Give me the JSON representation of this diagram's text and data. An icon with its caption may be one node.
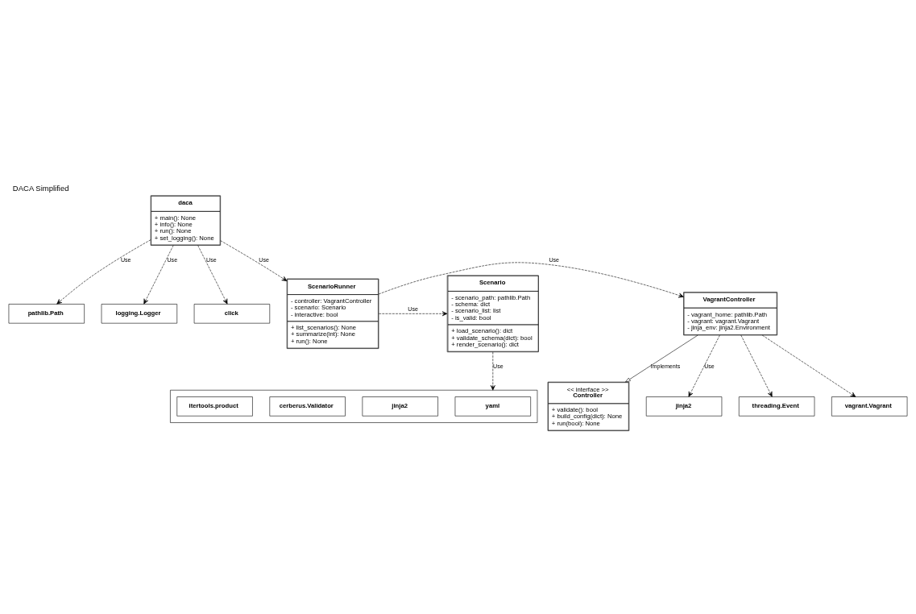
{
  "diagram": {
    "title": "DACA Simplified",
    "nodes": [
      {
        "text": [
          "daca",
          "+ main(): None",
          "+ info(): None",
          "+ run(): None",
          "+ set_logging(): None"
        ]
      },
      {
        "text": [
          "pathlib.Path"
        ]
      },
      {
        "text": [
          "logging.Logger"
        ]
      },
      {
        "text": [
          "click"
        ]
      },
      {
        "text": [
          "<< interface >>",
          "Controller",
          "+ validate(): bool",
          "+ build_config(dict): None",
          "+ run(bool): None"
        ]
      },
      {
        "text": [
          "Scenario",
          "- scenario_path: pathlib.Path",
          "- schema: dict",
          "- scenario_list: list",
          "- is_valid: bool",
          "+ load_scenario(): dict",
          "+ validate_schema(dict): bool",
          "+ render_scenario(): dict"
        ]
      },
      {
        "text": [
          "ScenarioRunner",
          "- controller: VagrantController",
          "- scenario: Scenario",
          "- interactive: bool",
          "+ list_scenarios(): None",
          "+ summarize(int): None",
          "+ run(): None"
        ]
      },
      {
        "text": [
          "VagrantController",
          "- vagrant_home: pathlib.Path",
          "- vagrant: vagrant.Vagrant",
          "- jinja_env: jinja2.Environment"
        ]
      },
      {
        "text": [],
        "shape": "box"
      },
      {
        "text": [
          "yaml"
        ],
        "in": 8
      },
      {
        "text": [
          "jinja2"
        ],
        "in": 8
      },
      {
        "text": [
          "cerberus.Validator"
        ],
        "in": 8
      },
      {
        "text": [
          "itertools.product"
        ],
        "in": 8
      },
      {
        "text": [
          "jinja2"
        ]
      },
      {
        "text": [
          "threading.Event"
        ]
      },
      {
        "text": [
          "vagrant.Vagrant"
        ]
      }
    ],
    "edges": [
      {
        "from": 0,
        "to": 1,
        "arrow": "to",
        "label": "Use",
        "style": "dashed"
      },
      {
        "from": 0,
        "to": 2,
        "arrow": "to",
        "label": "Use",
        "style": "dashed"
      },
      {
        "from": 0,
        "to": 3,
        "arrow": "to",
        "label": "Use",
        "style": "dashed"
      },
      {
        "from": 0,
        "to": 6,
        "arrow": "to",
        "label": "Use",
        "style": "dashed"
      },
      {
        "from": 7,
        "to": 4,
        "arrow": "to",
        "label": "Implements"
      },
      {
        "from": 6,
        "to": 5,
        "arrow": "to",
        "label": "Use",
        "style": "dashed"
      },
      {
        "from": 6,
        "to": 7,
        "arrow": "to",
        "label": "Use",
        "style": "dashed"
      },
      {
        "from": 5,
        "to": 8,
        "arrow": "to",
        "label": "Use",
        "style": "dashed"
      },
      {
        "from": 7,
        "to": 13,
        "arrow": "to",
        "label": "Use",
        "style": "dashed"
      },
      {
        "from": 7,
        "to": 14,
        "arrow": "to",
        "style": "dashed"
      },
      {
        "from": 7,
        "to": 15,
        "arrow": "to",
        "style": "dashed"
      }
    ]
  }
}
